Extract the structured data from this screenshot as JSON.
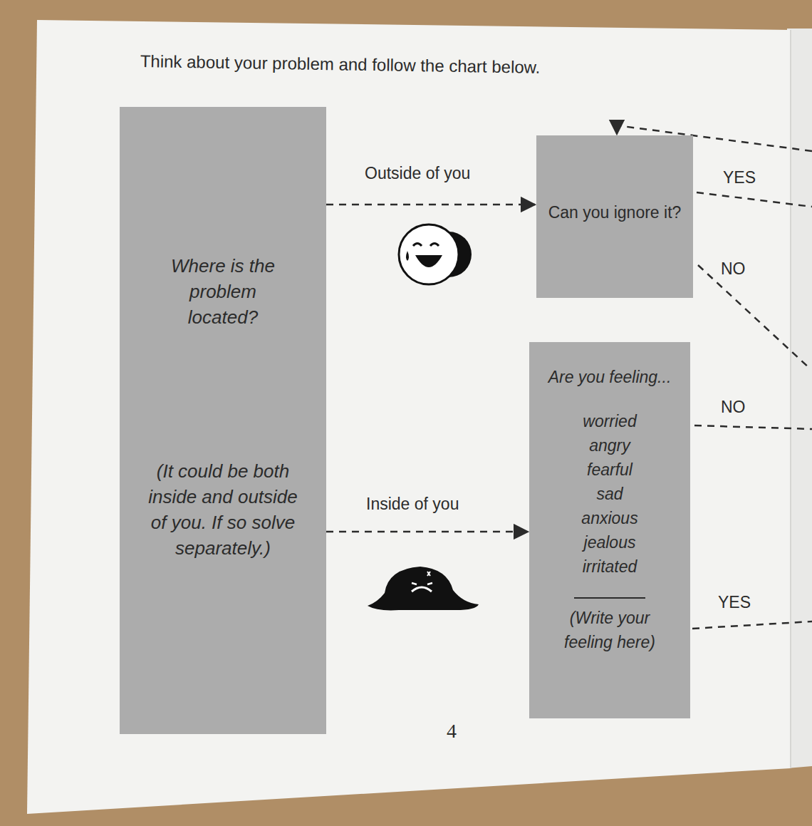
{
  "diagram": {
    "title": "Think about your problem and follow the chart below.",
    "nodes": [
      {
        "text": [
          "Where is the problem located?",
          "(It could be both inside and outside of you. If so solve separately.)"
        ]
      },
      {
        "text": [
          "Can you ignore it?"
        ]
      },
      {
        "text": [
          "Are you feeling...",
          "worried",
          "angry",
          "fearful",
          "sad",
          "anxious",
          "jealous",
          "irritated",
          "(Write your feeling here)"
        ]
      }
    ],
    "edges": [
      {
        "from": 0,
        "to": 1,
        "arrow": "to",
        "label": "Outside of you"
      },
      {
        "from": 0,
        "to": 2,
        "arrow": "to",
        "label": "Inside of you"
      }
    ],
    "labels": [
      "YES",
      "NO",
      "NO",
      "YES",
      "4"
    ]
  }
}
